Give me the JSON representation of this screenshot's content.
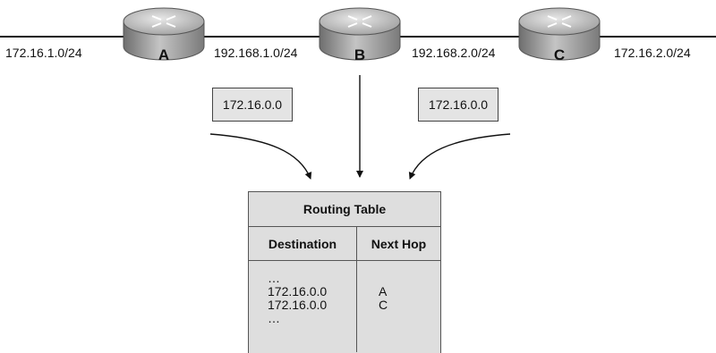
{
  "networks": {
    "left": "172.16.1.0/24",
    "ab": "192.168.1.0/24",
    "bc": "192.168.2.0/24",
    "right": "172.16.2.0/24"
  },
  "routers": [
    {
      "name": "A"
    },
    {
      "name": "B"
    },
    {
      "name": "C"
    }
  ],
  "advertisements": {
    "from_a": "172.16.0.0",
    "from_c": "172.16.0.0"
  },
  "routing_table": {
    "title": "Routing Table",
    "headers": [
      "Destination",
      "Next Hop"
    ],
    "rows": [
      [
        "…",
        ""
      ],
      [
        "172.16.0.0",
        "A"
      ],
      [
        "172.16.0.0",
        "C"
      ],
      [
        "…",
        ""
      ]
    ]
  },
  "colors": {
    "router_body": "#a6a6a6",
    "box_fill": "#e4e4e4",
    "table_fill": "#dedede"
  }
}
